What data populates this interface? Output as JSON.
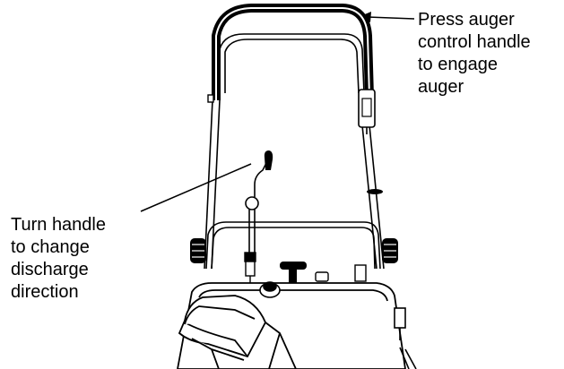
{
  "callouts": {
    "auger": {
      "lines": [
        "Press auger",
        "control handle",
        "to engage",
        "auger"
      ]
    },
    "discharge": {
      "lines": [
        "Turn handle",
        "to change",
        "discharge",
        "direction"
      ]
    }
  },
  "colors": {
    "ink": "#000000",
    "paper": "#ffffff"
  }
}
